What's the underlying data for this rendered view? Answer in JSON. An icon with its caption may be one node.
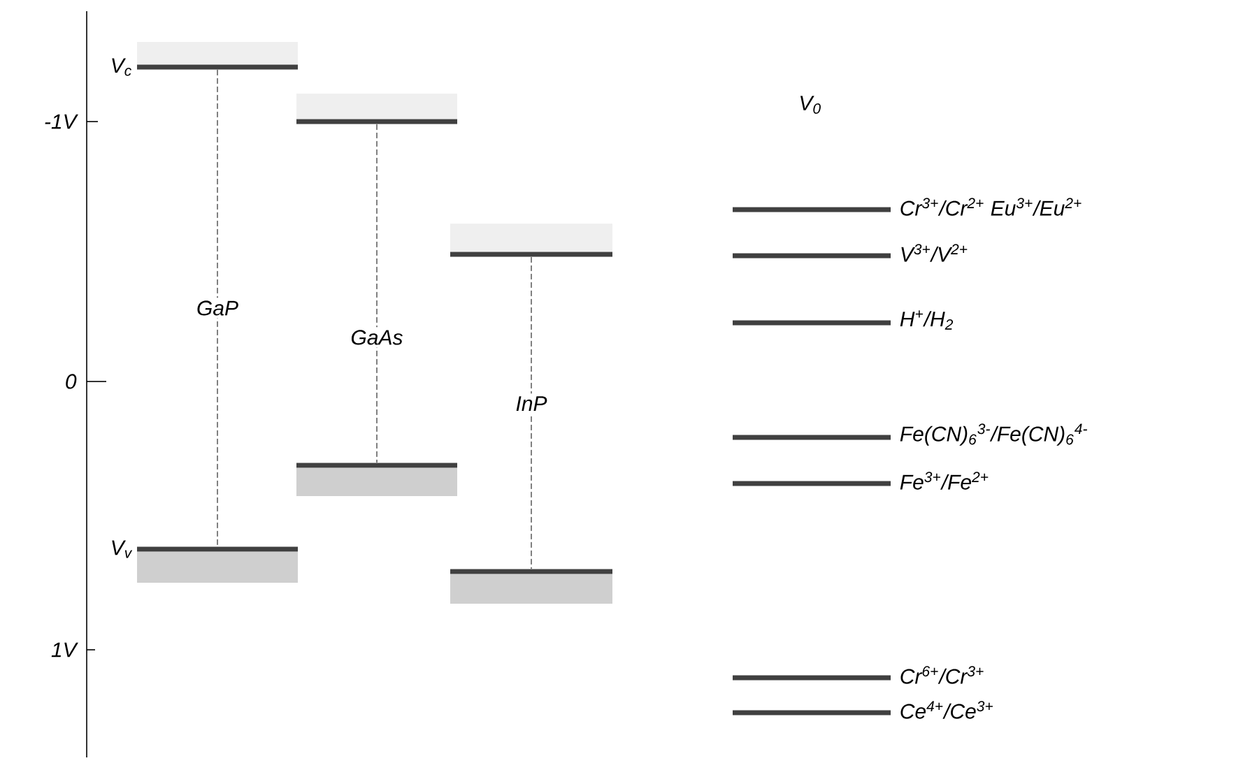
{
  "diagram": {
    "nodes": [
      {
        "text": [],
        "shape": "bar",
        "beside": [
          "V$_{c}$"
        ]
      },
      {
        "text": [],
        "shape": "bar",
        "beside": [
          "V$_{v}$"
        ]
      },
      {
        "text": [],
        "shape": "bar"
      },
      {
        "text": [],
        "shape": "bar"
      },
      {
        "text": [],
        "shape": "bar"
      },
      {
        "text": [],
        "shape": "bar"
      },
      {
        "text": [],
        "shape": "bar",
        "beside": [
          "Cr$^{3+}$/Cr$^{2+}$ Eu$^{3+}$/Eu$^{2+}$"
        ]
      },
      {
        "text": [],
        "shape": "bar",
        "beside": [
          "V$^{3+}$/V$^{2+}$"
        ]
      },
      {
        "text": [],
        "shape": "bar",
        "beside": [
          "H$^{+}$/H$_{2}$"
        ]
      },
      {
        "text": [],
        "shape": "bar",
        "beside": [
          "Fe(CN)$_{6}$$^{3-}$/Fe(CN)$_{6}$$^{4-}$"
        ]
      },
      {
        "text": [],
        "shape": "bar",
        "beside": [
          "Fe$^{3+}$/Fe$^{2+}$"
        ]
      },
      {
        "text": [],
        "shape": "bar",
        "beside": [
          "Cr$^{6+}$/Cr$^{3+}$"
        ]
      },
      {
        "text": [],
        "shape": "bar",
        "beside": [
          "Ce$^{4+}$/Ce$^{3+}$"
        ]
      }
    ],
    "edges": [
      {
        "from": 0,
        "to": 1,
        "arrow": "none",
        "style": "dashed",
        "label": "GaP"
      },
      {
        "from": 2,
        "to": 3,
        "arrow": "none",
        "style": "dashed",
        "label": "GaAs"
      },
      {
        "from": 4,
        "to": 5,
        "arrow": "none",
        "style": "dashed",
        "label": "InP"
      }
    ],
    "labels": [
      "-1V",
      "0",
      "1V",
      "V$_{0}$"
    ]
  }
}
